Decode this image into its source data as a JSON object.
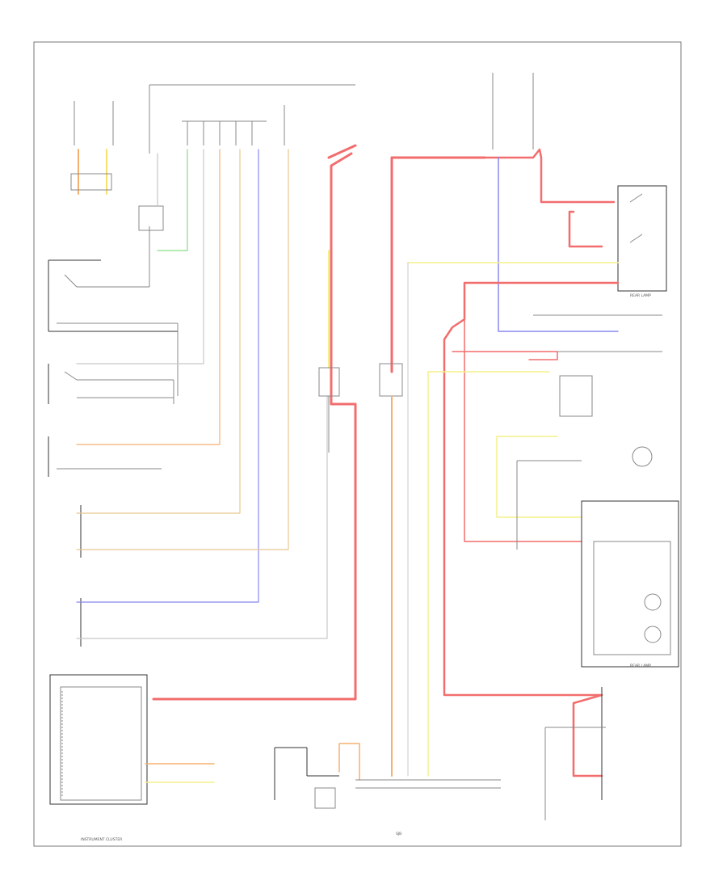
{
  "diagram": {
    "labels": {
      "instrument_cluster": "INSTRUMENT CLUSTER",
      "sjb": "SJB",
      "rear_lamp_bottom": "REAR LAMP",
      "rear_lamp_top": "REAR LAMP"
    }
  },
  "colors": {
    "red": "#f26d6d",
    "yellow": "#f5f08a",
    "blue": "#8888ee",
    "green": "#88dd88",
    "orange": "#f5b070",
    "tan": "#e8c890",
    "gray": "#b8b8b8",
    "black": "#333333"
  }
}
